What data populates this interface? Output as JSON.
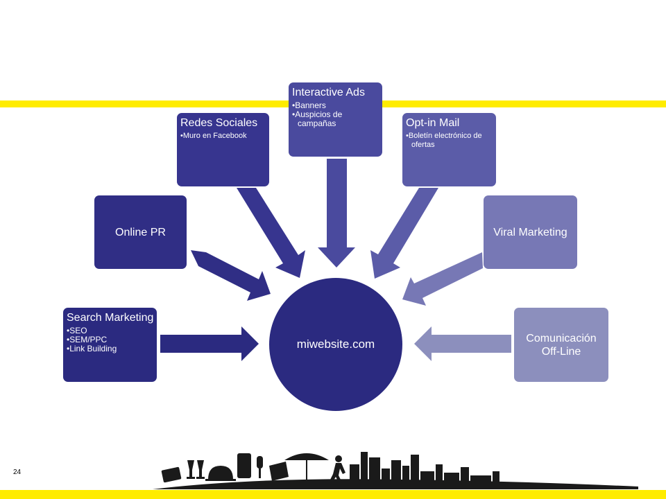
{
  "center": {
    "label": "miwebsite.com"
  },
  "nodes": {
    "search": {
      "title": "Search Marketing",
      "bullets": [
        "SEO",
        "SEM/PPC",
        "Link Building"
      ]
    },
    "online_pr": {
      "title": "Online PR"
    },
    "redes": {
      "title": "Redes Sociales",
      "bullets": [
        "Muro en Facebook"
      ]
    },
    "ads": {
      "title": "Interactive Ads",
      "bullets": [
        "Banners",
        "Auspicios de campañas"
      ]
    },
    "mail": {
      "title": "Opt-in Mail",
      "bullets": [
        "Boletín electrónico de ofertas"
      ]
    },
    "viral": {
      "title": "Viral Marketing"
    },
    "comm": {
      "title": "Comunicación Off-Line"
    }
  },
  "footer": {
    "page_number": "24",
    "illustration": "city-skyline-and-lifestyle-icons"
  },
  "colors": {
    "accent_band": "#ffec00",
    "node_1": "#2b2a80",
    "node_2": "#302e85",
    "node_3": "#37358f",
    "node_4": "#4a4a9e",
    "node_5": "#5b5ca8",
    "node_6": "#7778b5",
    "node_7": "#8c8fbd"
  }
}
